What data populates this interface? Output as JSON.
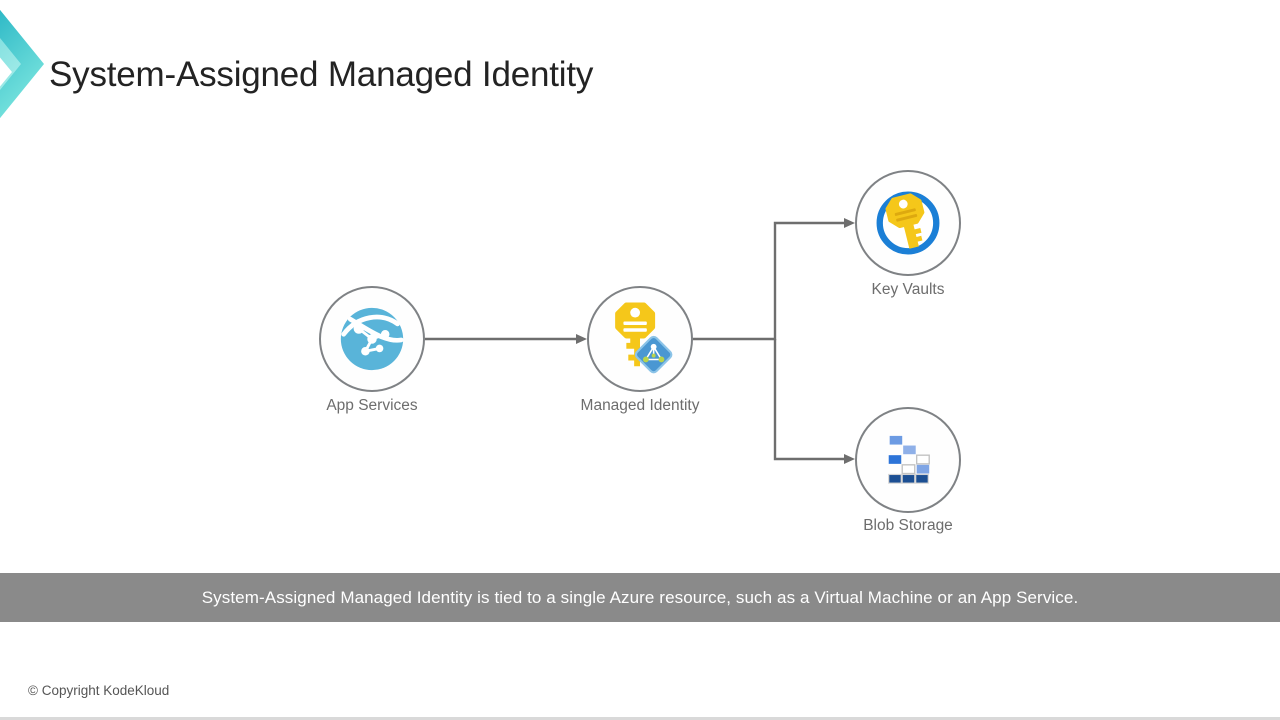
{
  "header": {
    "title": "System-Assigned Managed Identity"
  },
  "diagram": {
    "nodes": [
      {
        "id": "app-services",
        "label": "App Services"
      },
      {
        "id": "managed-identity",
        "label": "Managed Identity"
      },
      {
        "id": "key-vaults",
        "label": "Key Vaults"
      },
      {
        "id": "blob-storage",
        "label": "Blob Storage"
      }
    ],
    "edges": [
      {
        "from": "app-services",
        "to": "managed-identity"
      },
      {
        "from": "managed-identity",
        "to": "key-vaults"
      },
      {
        "from": "managed-identity",
        "to": "blob-storage"
      }
    ]
  },
  "banner": {
    "text": "System-Assigned Managed Identity is tied to a single Azure resource, such as a Virtual Machine or an App Service."
  },
  "footer": {
    "copyright_text": "© Copyright KodeKloud"
  },
  "icons": {
    "logo": "kodekloud-chevron-icon",
    "app_services": "app-services-globe-icon",
    "managed_identity": "managed-identity-key-icon",
    "key_vaults": "key-vault-icon",
    "blob_storage": "blob-storage-blocks-icon"
  },
  "theme": {
    "accent_teal": "#2ab6c5",
    "accent_cyan": "#7ce6df",
    "title_color": "#232323",
    "label_color": "#6d6d6d",
    "connector_gray": "#6e6e6e",
    "node_border_gray": "#7f8285",
    "banner_bg": "#8a8a8a",
    "banner_text": "#ffffff",
    "globe_blue": "#59b4d9",
    "key_gold": "#f5c71a",
    "key_vault_ring_blue": "#1b7fd6",
    "badge_blue": "#4a97d2",
    "badge_node_green": "#b9d44c",
    "blob_dark_blue": "#1c4f93",
    "blob_strong_blue": "#2d74d8",
    "blob_medium_blue": "#6c9be3",
    "blob_light_blue": "#8fb0e8"
  }
}
